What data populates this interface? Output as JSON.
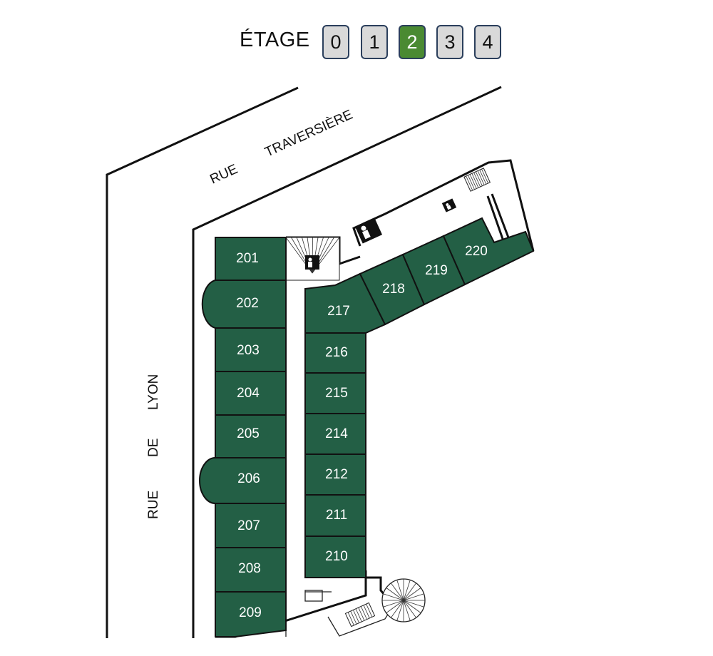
{
  "floor_selector": {
    "title": "ÉTAGE",
    "floors": [
      "0",
      "1",
      "2",
      "3",
      "4"
    ],
    "active_floor": "2",
    "active_color": "#4a8a32",
    "inactive_color": "#d9d9d9"
  },
  "streets": {
    "top": [
      "RUE",
      "TRAVERSIÈRE"
    ],
    "left": [
      "RUE",
      "DE",
      "LYON"
    ]
  },
  "rooms": [
    "201",
    "202",
    "203",
    "204",
    "205",
    "206",
    "207",
    "208",
    "209",
    "210",
    "211",
    "212",
    "214",
    "215",
    "216",
    "217",
    "218",
    "219",
    "220"
  ],
  "room_color": "#235f45",
  "icons": [
    "elevator-icon",
    "stairs-icon",
    "spiral-stairs-icon"
  ]
}
